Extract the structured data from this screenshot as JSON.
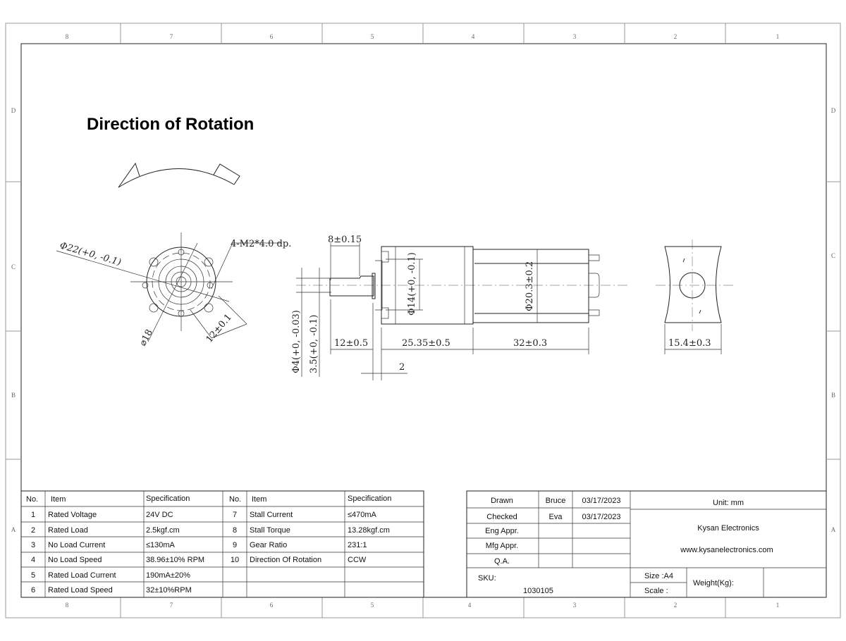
{
  "title": "Direction of Rotation",
  "zones": {
    "columns": [
      "8",
      "7",
      "6",
      "5",
      "4",
      "3",
      "2",
      "1"
    ],
    "rows": [
      "D",
      "C",
      "B",
      "A"
    ]
  },
  "dimensions": {
    "front_outer_dia": "Φ22(+0, -0.1)",
    "front_holes": "4-M2*4.0 dp.",
    "front_pcd": "⌀18",
    "front_hole_spacing": "12±0.1",
    "shaft_flat_length": "8±0.15",
    "shaft_dia": "Φ4(+0, -0.03)",
    "shaft_flat": "3.5(+0, -0.1)",
    "shaft_length": "12±0.5",
    "boss_length": "2",
    "gearbox_length": "25.35±0.5",
    "boss_dia": "Φ14(+0, -0.1)",
    "motor_dia": "Φ20.3±0.2",
    "motor_length": "32±0.3",
    "motor_width": "15.4±0.3"
  },
  "spec_table": {
    "headers": [
      "No.",
      "Item",
      "Specification",
      "No.",
      "Item",
      "Specification"
    ],
    "rows": [
      [
        "1",
        "Rated Voltage",
        "24V DC",
        "7",
        "Stall Current",
        "≤470mA"
      ],
      [
        "2",
        "Rated Load",
        "2.5kgf.cm",
        "8",
        "Stall Torque",
        "13.28kgf.cm"
      ],
      [
        "3",
        "No Load Current",
        "≤130mA",
        "9",
        "Gear  Ratio",
        "231:1"
      ],
      [
        "4",
        "No Load Speed",
        "38.96±10% RPM",
        "10",
        "Direction Of Rotation",
        "CCW"
      ],
      [
        "5",
        "Rated Load Current",
        "190mA±20%",
        "",
        "",
        ""
      ],
      [
        "6",
        "Rated Load Speed",
        "32±10%RPM",
        "",
        "",
        ""
      ]
    ]
  },
  "title_block": {
    "approvals": [
      [
        "Drawn",
        "Bruce",
        "03/17/2023"
      ],
      [
        "Checked",
        "Eva",
        "03/17/2023"
      ],
      [
        "Eng Appr.",
        "",
        ""
      ],
      [
        "Mfg Appr.",
        "",
        ""
      ],
      [
        "Q.A.",
        "",
        ""
      ]
    ],
    "unit": "Unit: mm",
    "company": "Kysan Electronics",
    "website": "www.kysanelectronics.com",
    "sku_label": "SKU:",
    "sku": "1030105",
    "size": "Size :A4",
    "scale": "Scale :",
    "weight": "Weight(Kg):"
  }
}
